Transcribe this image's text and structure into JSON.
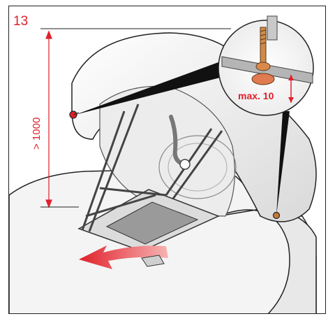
{
  "figure": {
    "step_number": "13",
    "height_label": "> 1000",
    "detail_label": "max. 10"
  },
  "colors": {
    "accent_red": "#e0202a",
    "outline": "#222222",
    "shell_fill": "#f2f2f2",
    "frame_gray": "#b8b8b8",
    "arrow_red": "#e0202a"
  }
}
